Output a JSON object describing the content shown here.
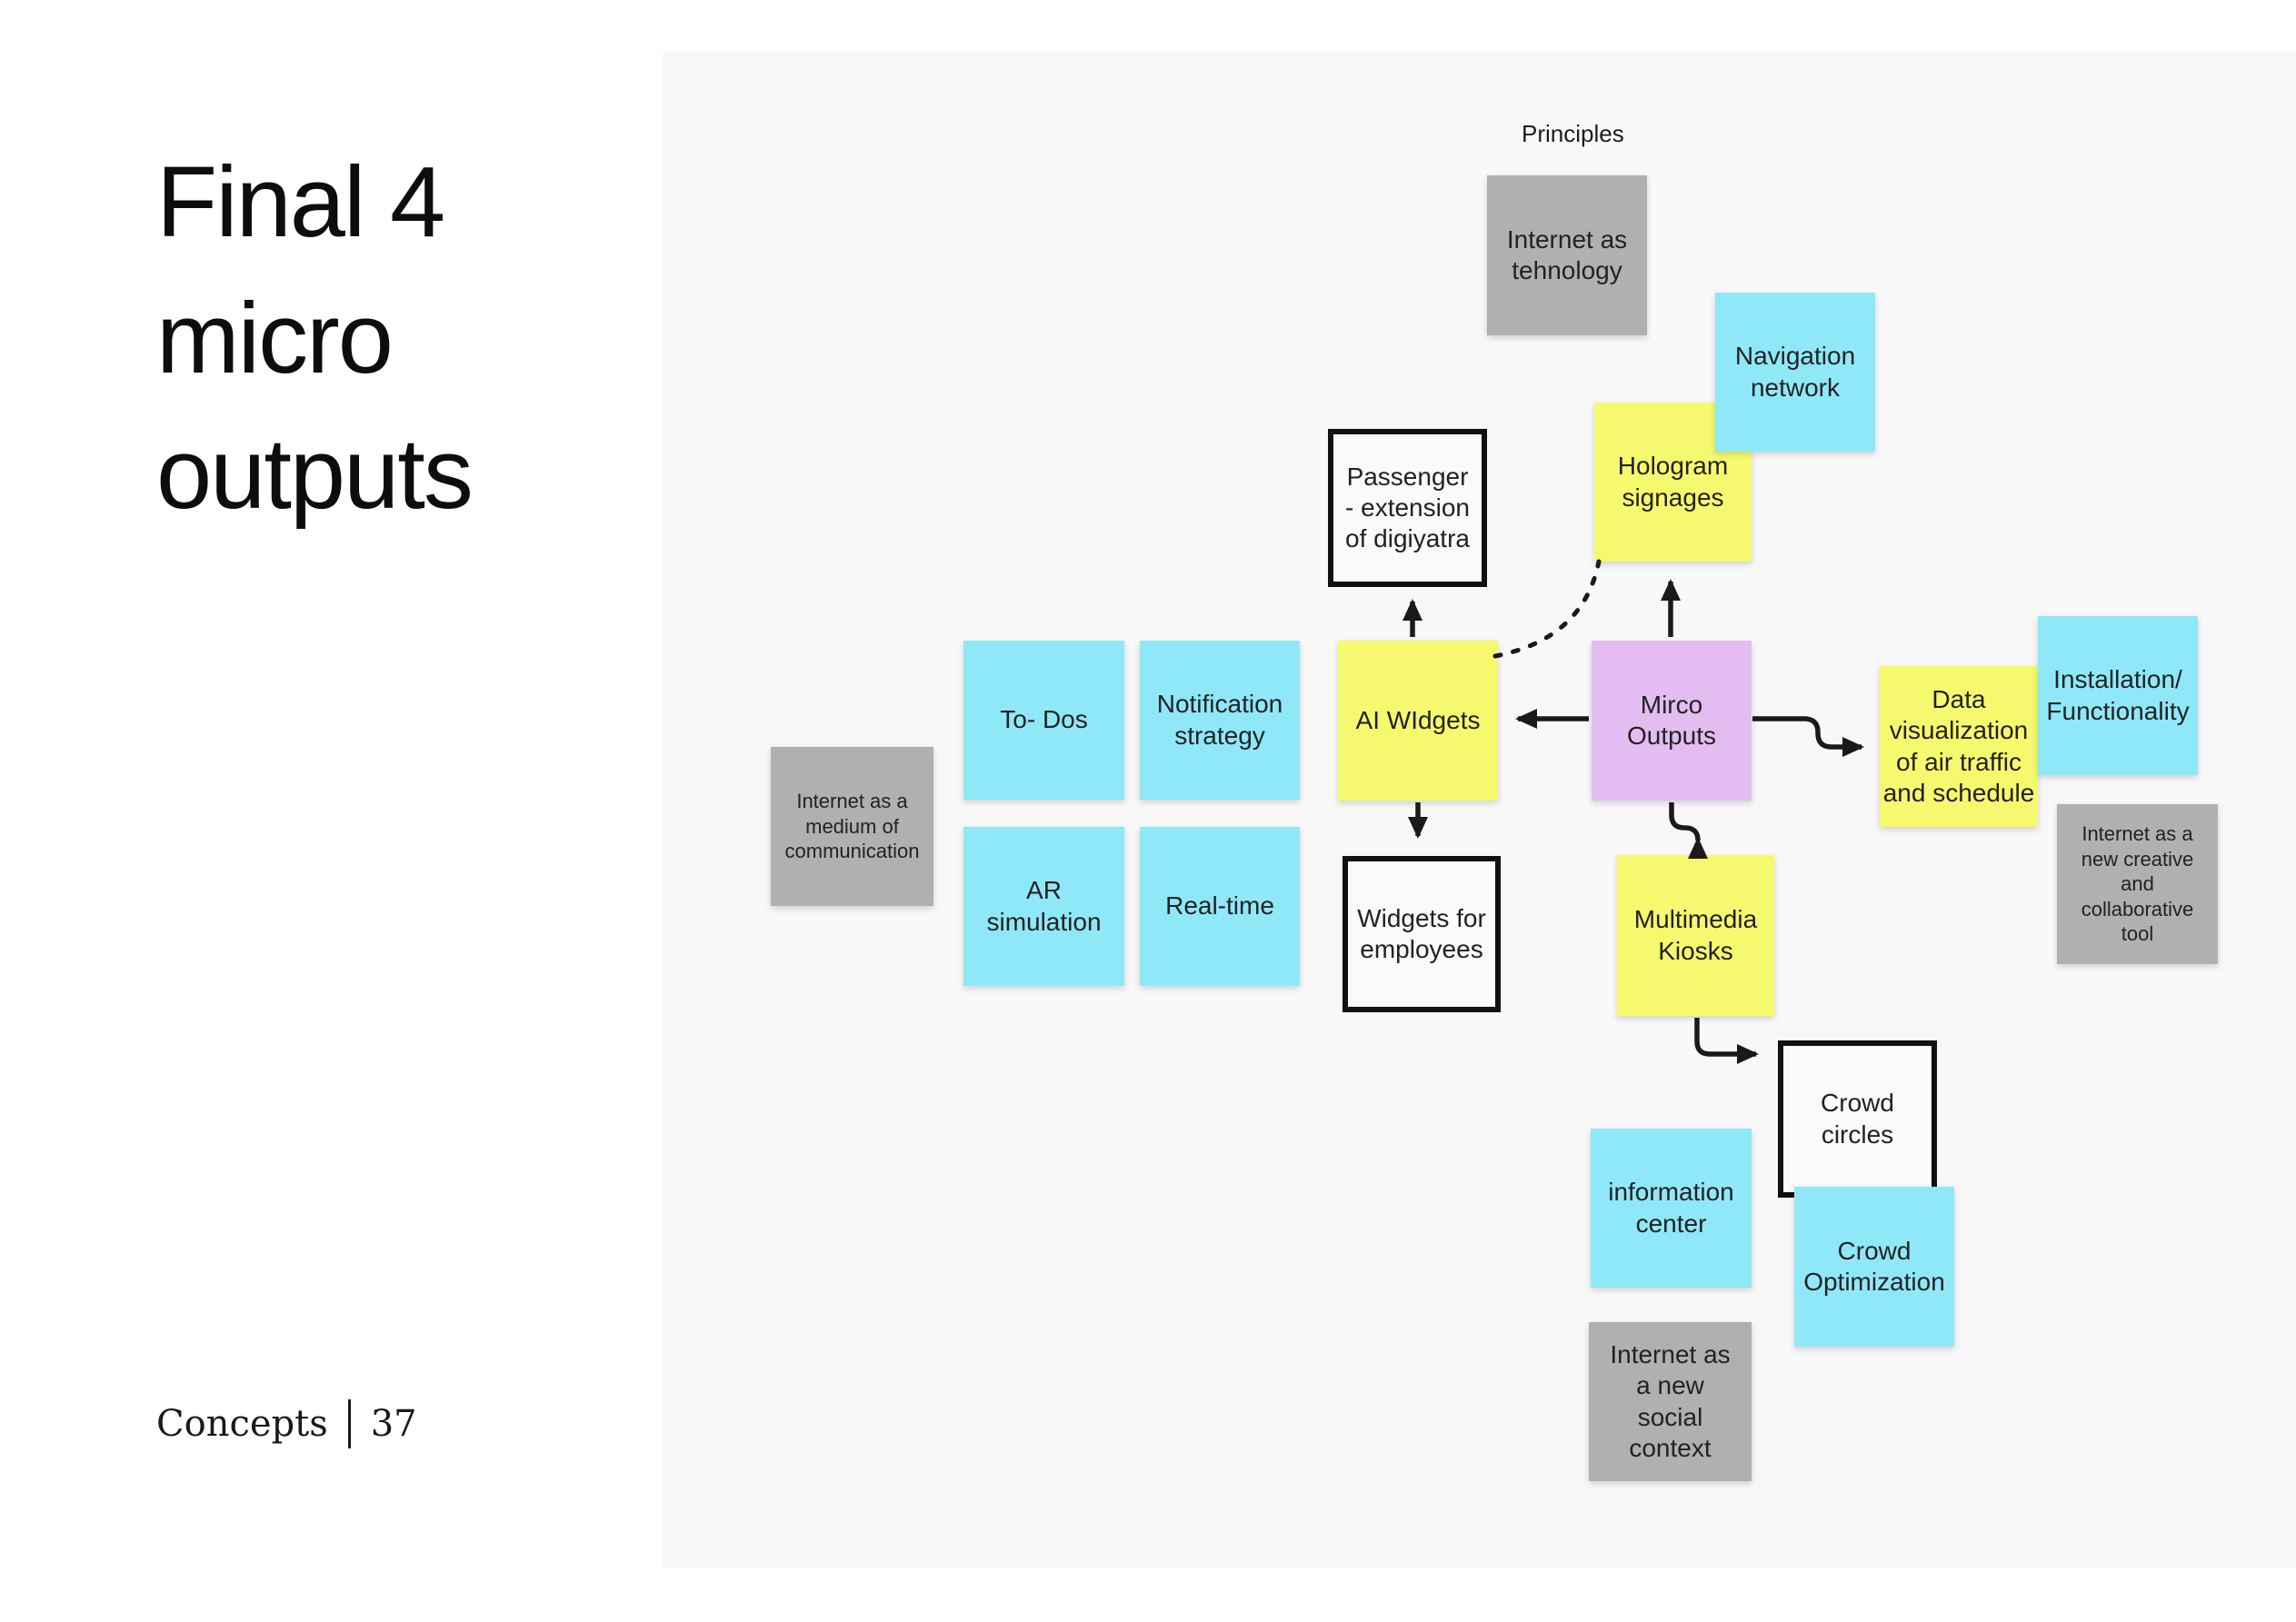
{
  "slide": {
    "title_lines": [
      "Final 4",
      "micro",
      "outputs"
    ],
    "footer": {
      "section": "Concepts",
      "page_number": "37"
    }
  },
  "board": {
    "label_principles": "Principles",
    "notes": {
      "internet_as_tehnology": "Internet as\ntehnology",
      "hologram_signages": "Hologram\nsignages",
      "navigation_network": "Navigation\nnetwork",
      "passenger_extension": "Passenger\n- extension\nof digiyatra",
      "to_dos": "To- Dos",
      "notification_strategy": "Notification\nstrategy",
      "ai_widgets": "AI WIdgets",
      "mirco_outputs": "Mirco\nOutputs",
      "data_visualization": "Data\nvisualization\nof air traffic\nand schedule",
      "installation_functionality": "Installation/\nFunctionality",
      "internet_medium_communication": "Internet as a\nmedium of\ncommunication",
      "ar_simulation": "AR\nsimulation",
      "real_time": "Real-time",
      "widgets_for_employees": "Widgets for\nemployees",
      "multimedia_kiosks": "Multimedia\nKiosks",
      "internet_new_creative": "Internet as a\nnew creative\nand\ncollaborative\ntool",
      "crowd_circles": "Crowd\ncircles",
      "information_center": "information\ncenter",
      "crowd_optimization": "Crowd\nOptimization",
      "internet_new_social": "Internet as\na new\nsocial\ncontext"
    }
  },
  "colors": {
    "sticky_cyan": "#8fe8f8",
    "sticky_yellow": "#f6f96e",
    "sticky_purple": "#e3bdf1",
    "sticky_gray": "#b0b0b0",
    "canvas_background": "#f8f8f8",
    "connector": "#1a1a1a"
  }
}
